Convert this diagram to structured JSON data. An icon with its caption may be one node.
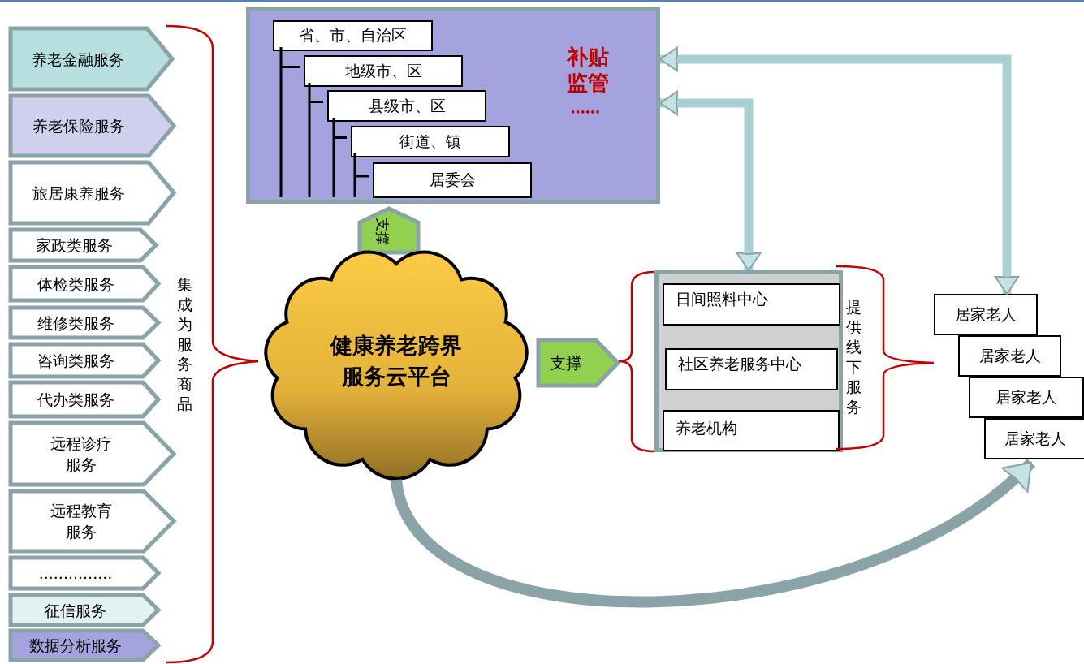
{
  "diagram": {
    "nodes": [
      {
        "text": [
          "养老金融服务"
        ]
      },
      {
        "text": [
          "养老保险服务"
        ]
      },
      {
        "text": [
          "旅居康养服务"
        ]
      },
      {
        "text": [
          "家政类服务"
        ]
      },
      {
        "text": [
          "体检类服务"
        ]
      },
      {
        "text": [
          "维修类服务"
        ]
      },
      {
        "text": [
          "咨询类服务"
        ]
      },
      {
        "text": [
          "代办类服务"
        ]
      },
      {
        "text": [
          "远程诊疗服务"
        ]
      },
      {
        "text": [
          "远程教育服务"
        ]
      },
      {
        "text": [
          "..............."
        ]
      },
      {
        "text": [
          "征信服务"
        ]
      },
      {
        "text": [
          "数据分析服务"
        ]
      },
      {
        "text": [
          "补贴监管",
          "••••••"
        ]
      },
      {
        "text": [
          "省、市、自治区"
        ],
        "in": 13
      },
      {
        "text": [
          "地级市、区"
        ],
        "in": 13
      },
      {
        "text": [
          "县级市、区"
        ],
        "in": 13
      },
      {
        "text": [
          "街道、镇"
        ],
        "in": 13
      },
      {
        "text": [
          "居委会"
        ],
        "in": 13
      },
      {
        "text": [
          "支撑"
        ]
      },
      {
        "text": [
          "健康养老跨界服务云平台"
        ]
      },
      {
        "text": [
          "支撑"
        ]
      },
      {
        "text": [],
        "shape": "box"
      },
      {
        "text": [
          "日间照料中心"
        ],
        "in": 22
      },
      {
        "text": [
          "社区养老服务中心"
        ],
        "in": 22
      },
      {
        "text": [
          "养老机构"
        ],
        "in": 22
      },
      {
        "text": [
          "居家老人"
        ]
      },
      {
        "text": [
          "居家老人"
        ]
      },
      {
        "text": [
          "居家老人"
        ]
      },
      {
        "text": [
          "居家老人"
        ]
      }
    ],
    "edges": [
      {
        "from": 14,
        "to": 15,
        "arrow": "none"
      },
      {
        "from": 15,
        "to": 16,
        "arrow": "none"
      },
      {
        "from": 16,
        "to": 17,
        "arrow": "none"
      },
      {
        "from": 17,
        "to": 18,
        "arrow": "none"
      },
      {
        "from": 22,
        "to": 13,
        "arrow": "both",
        "style": "thick",
        "color": "#a9cfd3"
      },
      {
        "from": 26,
        "to": 13,
        "arrow": "both",
        "style": "thick",
        "color": "#a9cfd3"
      },
      {
        "from": 20,
        "to": 29,
        "arrow": "to",
        "style": "thick",
        "color": "#8aa3a6"
      }
    ],
    "labels": [
      "集成为服务商品",
      "提供线下服务"
    ]
  }
}
